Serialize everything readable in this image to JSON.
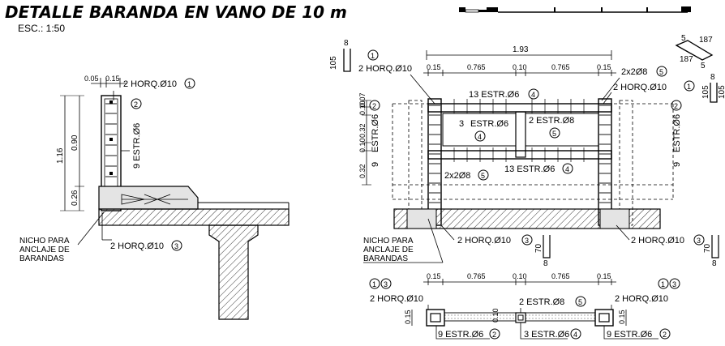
{
  "title": "DETALLE BARANDA EN VANO DE 10 m",
  "scale_label": "ESC.: 1:50",
  "left_section": {
    "cover_a": "0.05",
    "cover_b": "0.15",
    "top_rebar": "2  HORQ.Ø10",
    "top_rebar_mark": "1",
    "stirrup_label": "9  ESTR.Ø6",
    "stirrup_mark": "2",
    "dim_total": "1.16",
    "dim_upper": "0.90",
    "dim_lower": "0.26",
    "niche_line1": "NICHO PARA",
    "niche_line2": "ANCLAJE DE",
    "niche_line3": "BARANDAS",
    "bottom_rebar": "2  HORQ.Ø10",
    "bottom_rebar_mark": "3"
  },
  "elevation": {
    "overall_width": "1.93",
    "mark1": "1",
    "top_left_rebar": "2  HORQ.Ø10",
    "sp_a": "0.15",
    "sp_b": "0.765",
    "sp_c": "0.10",
    "sp_d": "0.765",
    "sp_e": "0.15",
    "top_right_bars": "2x2Ø8",
    "top_right_bars_mark": "5",
    "right_rebar": "2  HORQ.Ø10",
    "right_rebar_mark": "1",
    "top_stirrups": "13  ESTR.Ø6",
    "top_stirrups_mark": "4",
    "mid_left_count": "3",
    "mid_left_label": "ESTR.Ø6",
    "mid_left_mark": "4",
    "mid_right_bars": "2  ESTR.Ø8",
    "mid_right_mark": "5",
    "bottom_stirrups": "13  ESTR.Ø6",
    "bottom_stirrups_mark": "4",
    "low_left_bars": "2x2Ø8",
    "low_left_bars_mark": "5",
    "vdim_a": "0.07",
    "vdim_b": "0.10",
    "vdim_c": "0.32",
    "vdim_d": "0.10",
    "vdim_e": "0.32",
    "vstirrup_left": "ESTR.Ø6",
    "vstirrup_left_count": "9",
    "vstirrup_left_mark": "2",
    "vstirrup_right": "ESTR.Ø6",
    "vstirrup_right_count": "9",
    "vstirrup_right_mark": "2",
    "niche_line1": "NICHO PARA",
    "niche_line2": "ANCLAJE DE",
    "niche_line3": "BARANDAS",
    "bottom_left_rebar": "2  HORQ.Ø10",
    "bottom_left_mark": "3",
    "bottom_right_rebar": "2  HORQ.Ø10",
    "bottom_right_mark": "3",
    "hook_a": "70",
    "hook_b": "8"
  },
  "bar_shapes": {
    "left_h": "105",
    "left_w": "8",
    "right_h1": "105",
    "right_h2": "105",
    "right_w": "8",
    "diag_a": "5",
    "diag_b": "187",
    "diag_c": "187",
    "diag_d": "5"
  },
  "plan": {
    "mark_left_a": "1",
    "mark_left_b": "3",
    "mark_right_a": "1",
    "mark_right_b": "3",
    "sp_a": "0.15",
    "sp_b": "0.765",
    "sp_c": "0.10",
    "sp_d": "0.765",
    "sp_e": "0.15",
    "left_rebar": "2  HORQ.Ø10",
    "mid_rebar": "2  ESTR.Ø8",
    "mid_rebar_mark": "5",
    "right_rebar": "2  HORQ.Ø10",
    "dim_left": "0.15",
    "dim_mid": "0.10",
    "dim_right": "0.15",
    "bot_left": "9  ESTR.Ø6",
    "bot_left_mark": "2",
    "bot_mid": "3  ESTR.Ø6",
    "bot_mid_mark": "4",
    "bot_right": "9  ESTR.Ø6",
    "bot_right_mark": "2"
  }
}
